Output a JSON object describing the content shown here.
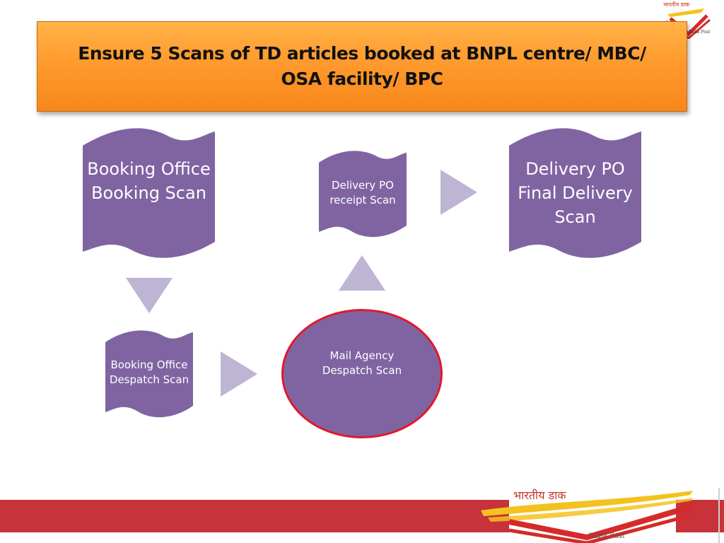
{
  "title": "Ensure 5 Scans of TD articles booked at BNPL centre/ MBC/ OSA facility/ BPC",
  "nodes": {
    "booking_office_booking_scan": "Booking Office Booking Scan",
    "booking_office_despatch_scan": "Booking Office Despatch Scan",
    "mail_agency_despatch_scan": "Mail Agency Despatch Scan",
    "delivery_po_receipt_scan": "Delivery PO receipt Scan",
    "delivery_po_final_delivery_scan": "Delivery PO Final Delivery Scan"
  },
  "logo": {
    "hindi_text": "भारतीय डाक",
    "english_text": "India Post"
  },
  "colors": {
    "node_fill": "#8064a2",
    "arrow_fill": "#bdb5d3",
    "title_fill": "#ff9a2e",
    "ellipse_border": "#e0192c",
    "footer_band": "#c8323b",
    "logo_red": "#d62a2a",
    "logo_gold": "#f4c21e"
  }
}
